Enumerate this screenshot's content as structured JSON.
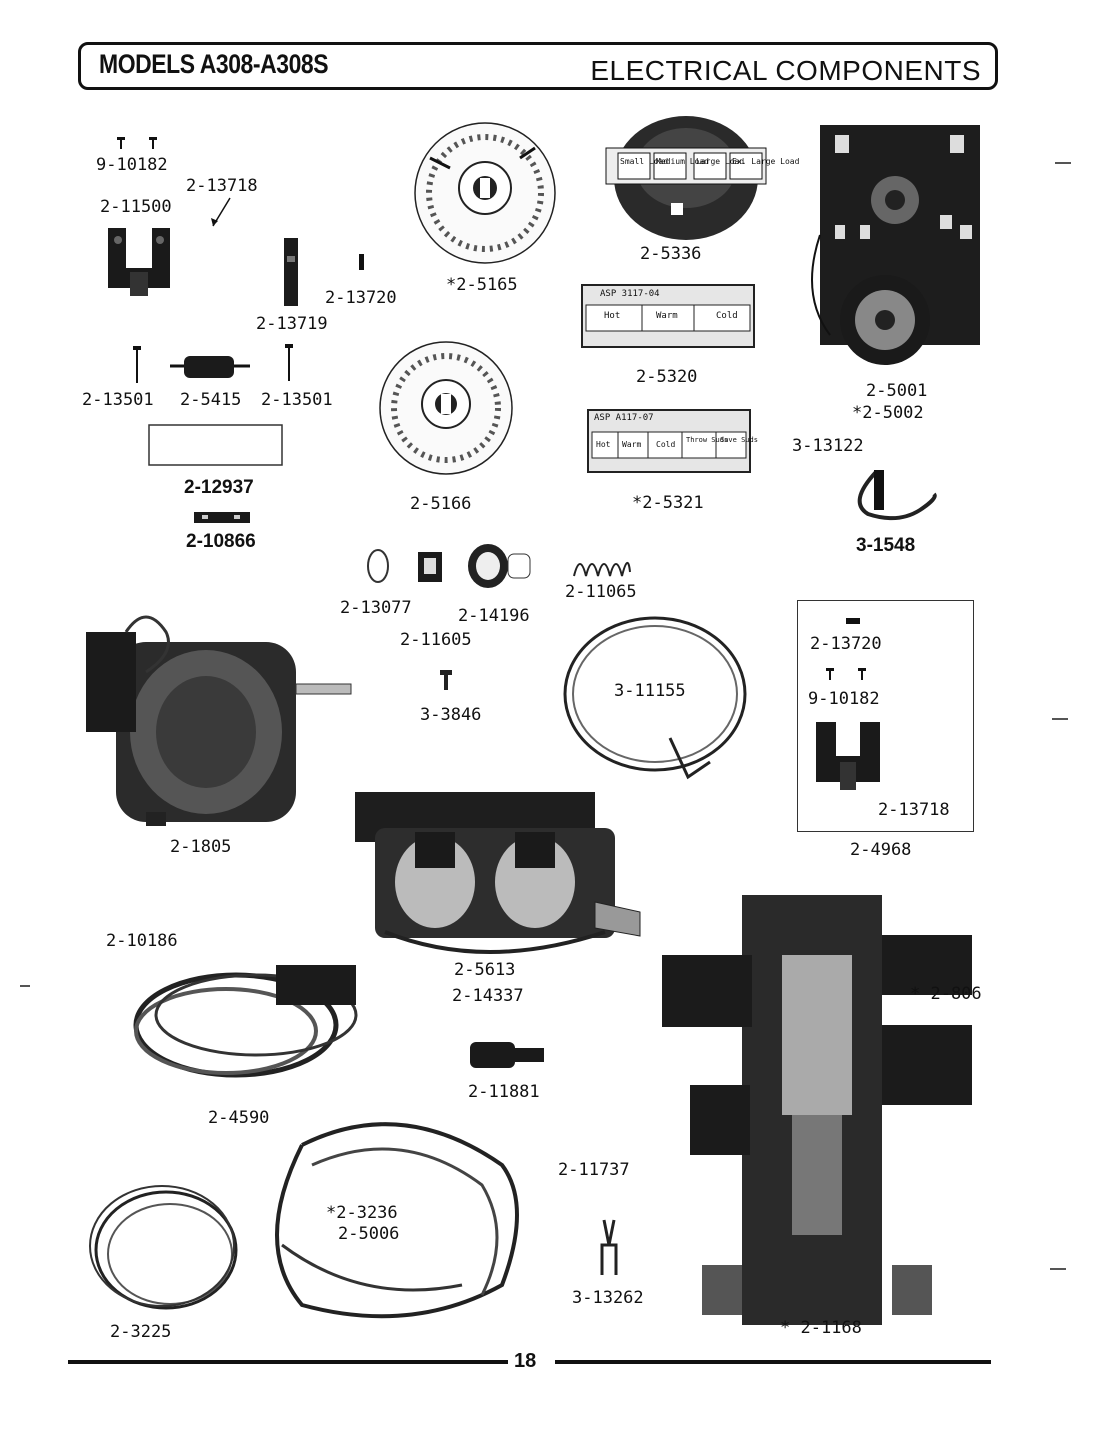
{
  "header": {
    "models": "MODELS A308-A308S",
    "section": "ELECTRICAL COMPONENTS"
  },
  "labels": {
    "p9_10182_a": "9-10182",
    "p2_13718_a": "2-13718",
    "p2_11500": "2-11500",
    "p2_13720_a": "2-13720",
    "p2_13719": "2-13719",
    "p2_5165": "*2-5165",
    "p2_5336": "2-5336",
    "p2_5320": "2-5320",
    "p2_5001": "2-5001",
    "p2_5002": "*2-5002",
    "p2_13501_a": "2-13501",
    "p2_5415": "2-5415",
    "p2_13501_b": "2-13501",
    "p2_12937": "2-12937",
    "p2_10866": "2-10866",
    "p2_5166": "2-5166",
    "p2_5321": "*2-5321",
    "p3_13122": "3-13122",
    "p3_1548": "3-1548",
    "p2_13077": "2-13077",
    "p2_14196": "2-14196",
    "p2_11605": "2-11605",
    "p2_11065": "2-11065",
    "p3_3846": "3-3846",
    "p3_11155": "3-11155",
    "p2_13720_b": "2-13720",
    "p9_10182_b": "9-10182",
    "p2_13718_b": "2-13718",
    "p2_4968": "2-4968",
    "p2_1805": "2-1805",
    "p2_5613": "2-5613",
    "p2_14337": "2-14337",
    "p2_10186": "2-10186",
    "p2_806": "* 2-806",
    "p2_11881": "2-11881",
    "p2_4590": "2-4590",
    "p2_11737": "2-11737",
    "p2_3236": "*2-3236",
    "p2_5006": "2-5006",
    "p3_13262": "3-13262",
    "p2_3225": "2-3225",
    "p2_1168": "* 2-1168"
  },
  "panels": {
    "load_size": [
      "Small Load",
      "Medium Load",
      "Large Load",
      "Ex. Large Load"
    ],
    "panel_5320_code": "ASP 3117-04",
    "panel_5320_buttons": [
      "Hot",
      "Warm",
      "Cold"
    ],
    "panel_5321_code": "ASP A117-07",
    "panel_5321_buttons": [
      "Hot",
      "Warm",
      "Cold",
      "Throw Suds",
      "Save Suds"
    ]
  },
  "footer": {
    "page_number": "18"
  }
}
